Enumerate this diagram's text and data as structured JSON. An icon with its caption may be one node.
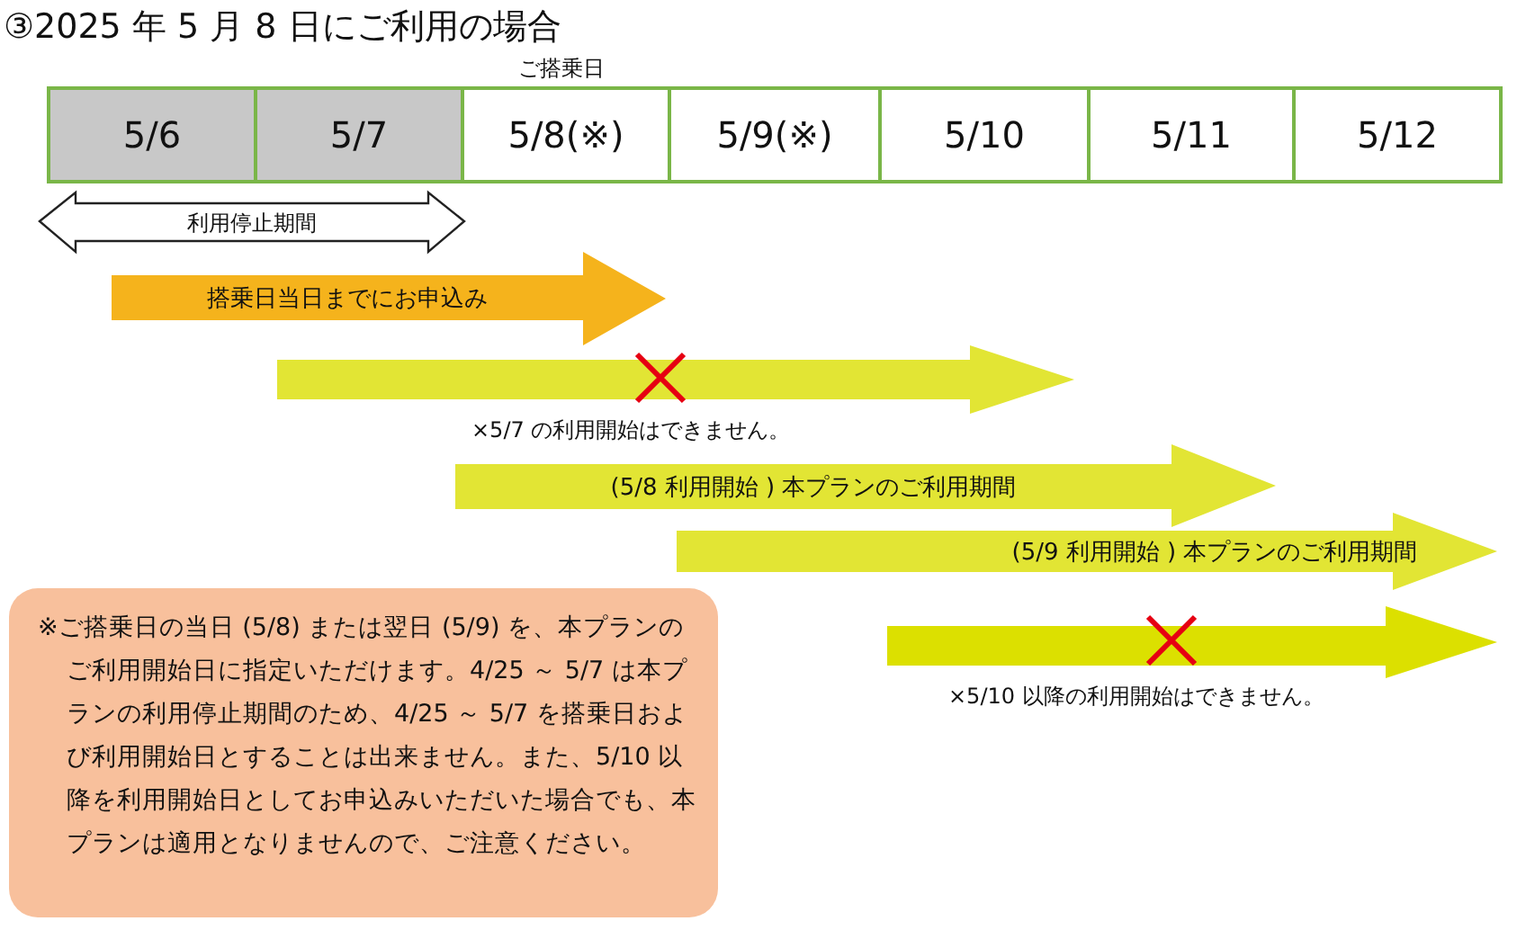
{
  "diagram": {
    "title": "③2025 年 5 月 8 日にご利用の場合",
    "nodes": [
      {
        "text": [
          "5/6"
        ]
      },
      {
        "text": [
          "5/7"
        ]
      },
      {
        "text": [
          "5/8(※)"
        ],
        "beside": [
          "ご搭乗日"
        ]
      },
      {
        "text": [
          "5/9(※)"
        ]
      },
      {
        "text": [
          "5/10"
        ]
      },
      {
        "text": [
          "5/11"
        ]
      },
      {
        "text": [
          "5/12"
        ]
      },
      {
        "text": [
          "搭乗日当日までにお申込み"
        ]
      },
      {
        "text": [],
        "shape": "arrow",
        "beside": [
          "×5/7 の利用開始はできません。"
        ]
      },
      {
        "text": [
          "(5/8 利用開始 ) 本プランのご利用期間"
        ]
      },
      {
        "text": [
          "(5/9 利用開始 ) 本プランのご利用期間"
        ]
      },
      {
        "text": [
          "※ご搭乗日の当日 (5/8) または翌日 (5/9) を、本プランのご利用開始日に指定いただけます。4/25 ～ 5/7 は本プランの利用停止期間のため、4/25 ～ 5/7 を搭乗日および利用開始日とすることは出来ません。また、5/10 以降を利用開始日としてお申込みいただいた場合でも、本プランは適用となりませんので、ご注意ください。"
        ]
      },
      {
        "text": [],
        "shape": "arrow",
        "beside": [
          "×5/10 以降の利用開始はできません。"
        ]
      }
    ],
    "labels": [
      "利用停止期間"
    ]
  }
}
